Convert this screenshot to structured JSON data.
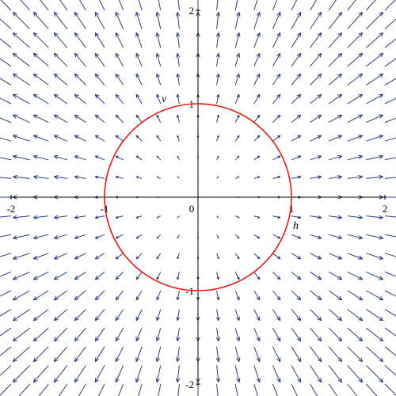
{
  "chart_data": {
    "type": "vector-field",
    "title": "",
    "xlabel": "h",
    "ylabel": "v",
    "xlim": [
      -2,
      2
    ],
    "ylim": [
      -2,
      2
    ],
    "x_ticks": [
      "-2",
      "-1",
      "0",
      "1",
      "2"
    ],
    "y_ticks": [
      "2",
      "1",
      "-1",
      "-2"
    ],
    "field": {
      "description": "radial outward vector field, arrow length proportional to distance from origin",
      "components": [
        "h",
        "v"
      ],
      "grid_x": [
        -2.0,
        -1.8,
        -1.6,
        -1.4,
        -1.2,
        -1.0,
        -0.8,
        -0.6,
        -0.4,
        -0.2,
        0.0,
        0.2,
        0.4,
        0.6,
        0.8,
        1.0,
        1.2,
        1.4,
        1.6,
        1.8,
        2.0
      ],
      "grid_y": [
        -2.0,
        -1.8,
        -1.6,
        -1.4,
        -1.2,
        -1.0,
        -0.8,
        -0.6,
        -0.4,
        -0.2,
        0.0,
        0.2,
        0.4,
        0.6,
        0.8,
        1.0,
        1.2,
        1.4,
        1.6,
        1.8,
        2.0
      ],
      "scale": 0.1,
      "color": "#2c3f7a"
    },
    "curves": [
      {
        "type": "circle",
        "center": [
          0,
          0
        ],
        "radius": 1,
        "color": "#e41a1c"
      }
    ],
    "grid": false
  }
}
